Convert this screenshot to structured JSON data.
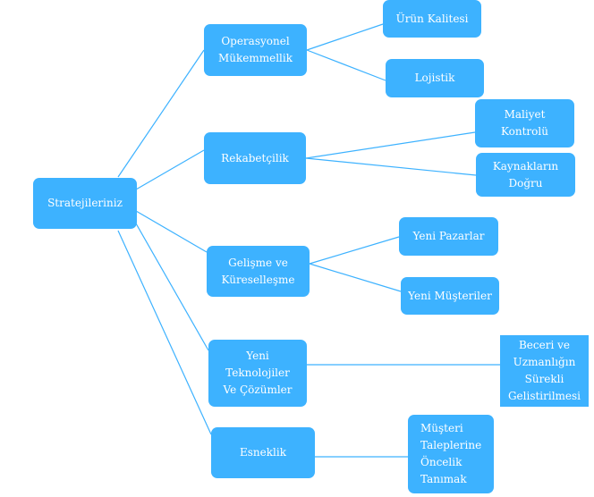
{
  "theme": {
    "node_color": "#3db2ff",
    "line_color": "#3db2ff",
    "text_color": "#ffffff"
  },
  "root": {
    "label": "Stratejileriniz"
  },
  "branches": [
    {
      "label": "Operasyonel\nMükemmellik",
      "children": [
        "Ürün Kalitesi",
        "Lojistik"
      ]
    },
    {
      "label": "Rekabetçilik",
      "children": [
        "Maliyet\nKontrolü",
        "Kaynakların\nDoğru"
      ]
    },
    {
      "label": "Gelişme ve\nKüreselleşme",
      "children": [
        "Yeni Pazarlar",
        "Yeni Müşteriler"
      ]
    },
    {
      "label": "Yeni\nTeknolojiler\nVe Çözümler",
      "children": [
        "Beceri ve\nUzmanlığın\nSürekli\nGelistirilmesi"
      ]
    },
    {
      "label": "Esneklik",
      "children": [
        "Müşteri\nTaleplerine\nÖncelik\nTanımak"
      ]
    }
  ]
}
